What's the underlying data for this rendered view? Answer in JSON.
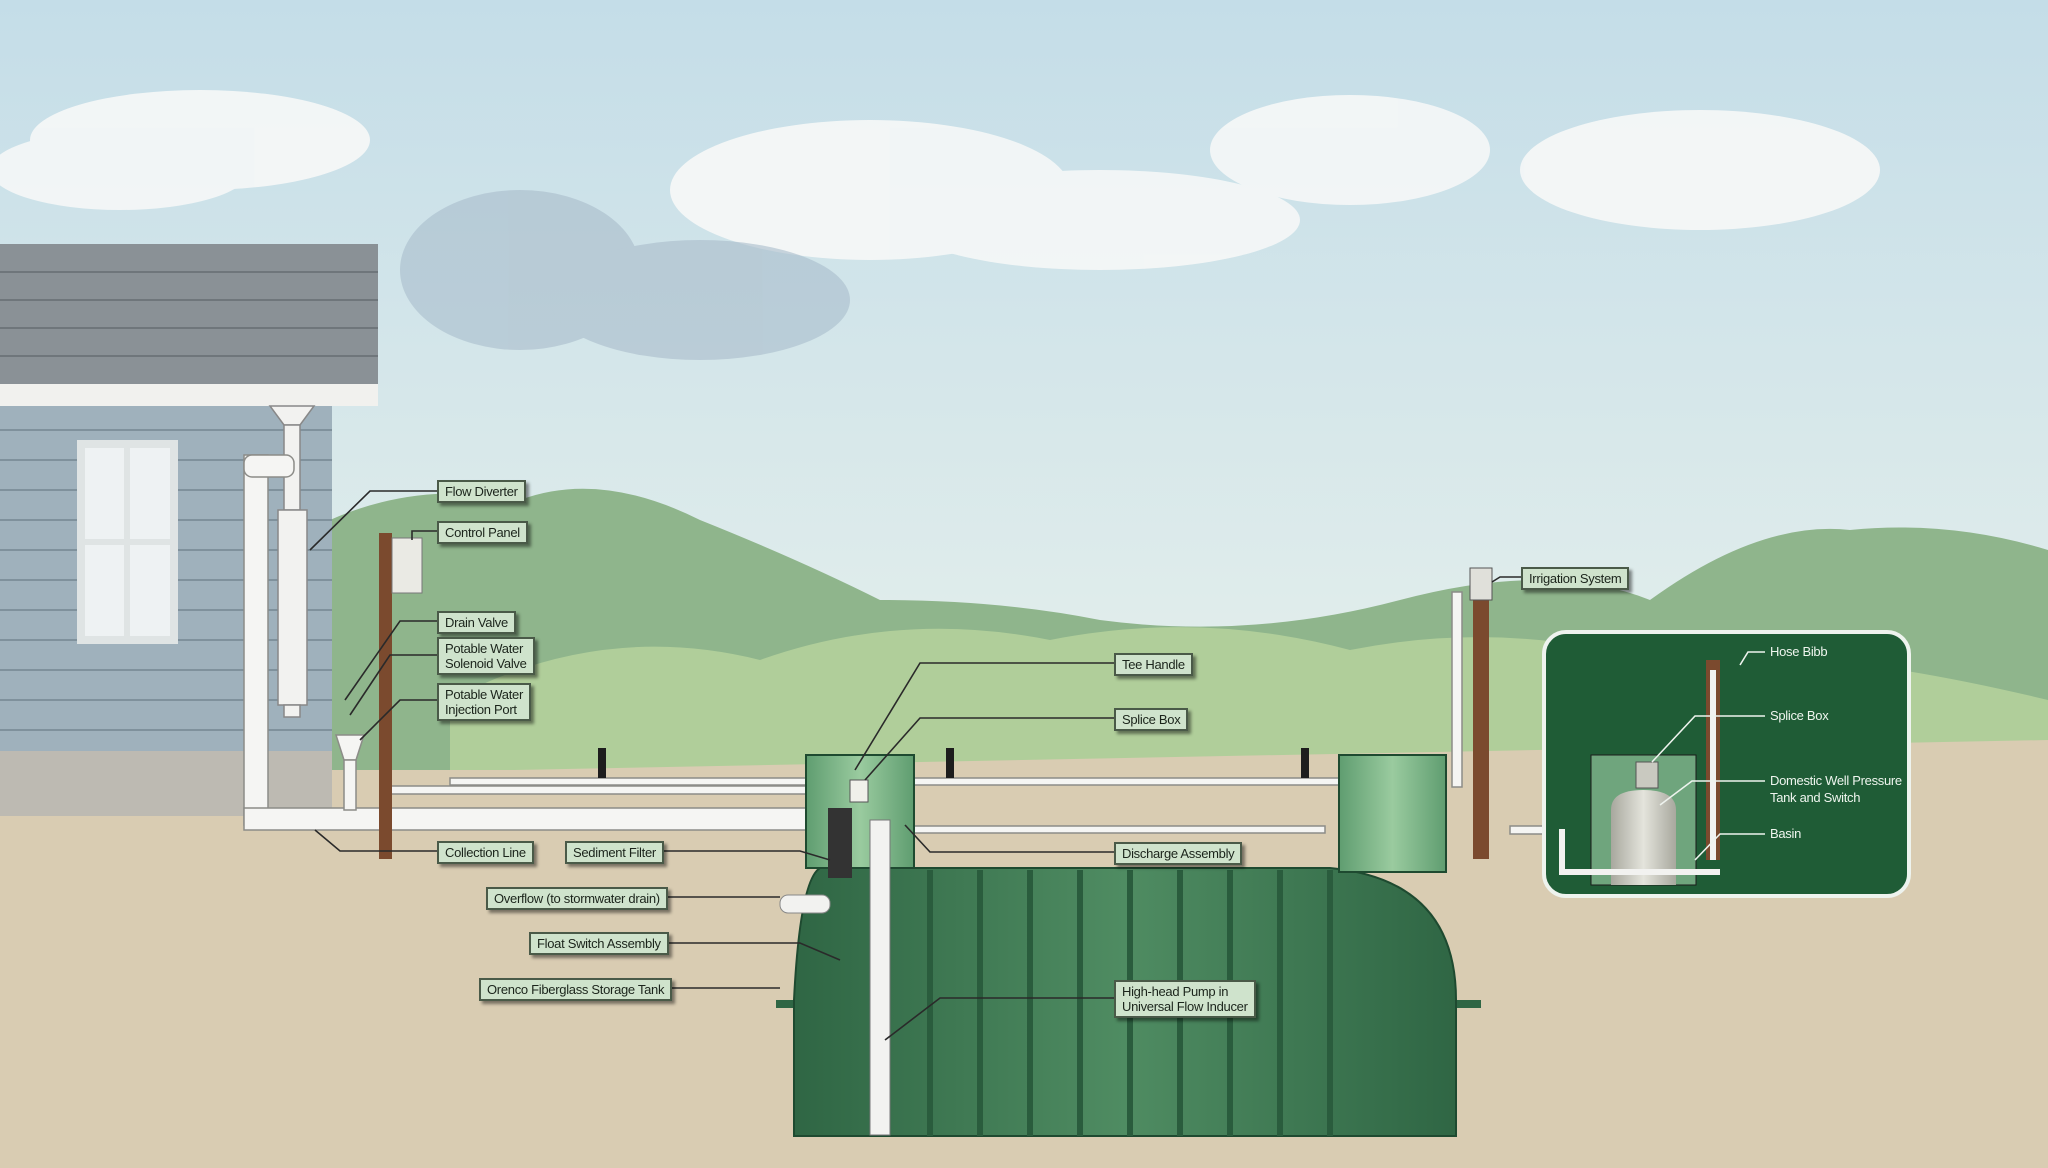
{
  "labels": {
    "flow_diverter": "Flow Diverter",
    "control_panel": "Control Panel",
    "drain_valve": "Drain Valve",
    "solenoid_valve": [
      "Potable Water",
      "Solenoid Valve"
    ],
    "injection_port": [
      "Potable Water",
      "Injection Port"
    ],
    "collection_line": "Collection Line",
    "sediment_filter": "Sediment Filter",
    "overflow": "Overflow (to stormwater drain)",
    "float_switch": "Float Switch Assembly",
    "storage_tank": "Orenco Fiberglass Storage Tank",
    "tee_handle": "Tee Handle",
    "splice_box": "Splice Box",
    "discharge_assembly": "Discharge Assembly",
    "pump": [
      "High-head Pump in",
      "Universal Flow Inducer"
    ],
    "irrigation_system": "Irrigation System"
  },
  "inset": {
    "hose_bibb": "Hose Bibb",
    "splice_box": "Splice Box",
    "pressure_tank": [
      "Domestic Well Pressure",
      "Tank and Switch"
    ],
    "basin": "Basin"
  },
  "colors": {
    "sky_top": "#c4dde8",
    "sky_bottom": "#e6f0ec",
    "trees": "#8fb58c",
    "ground": "#d9ccb2",
    "tank": "#3f7a55",
    "inset_bg": "#1f5c36",
    "label_bg": "#cfe3cc",
    "house_siding": "#9fb1bc"
  }
}
